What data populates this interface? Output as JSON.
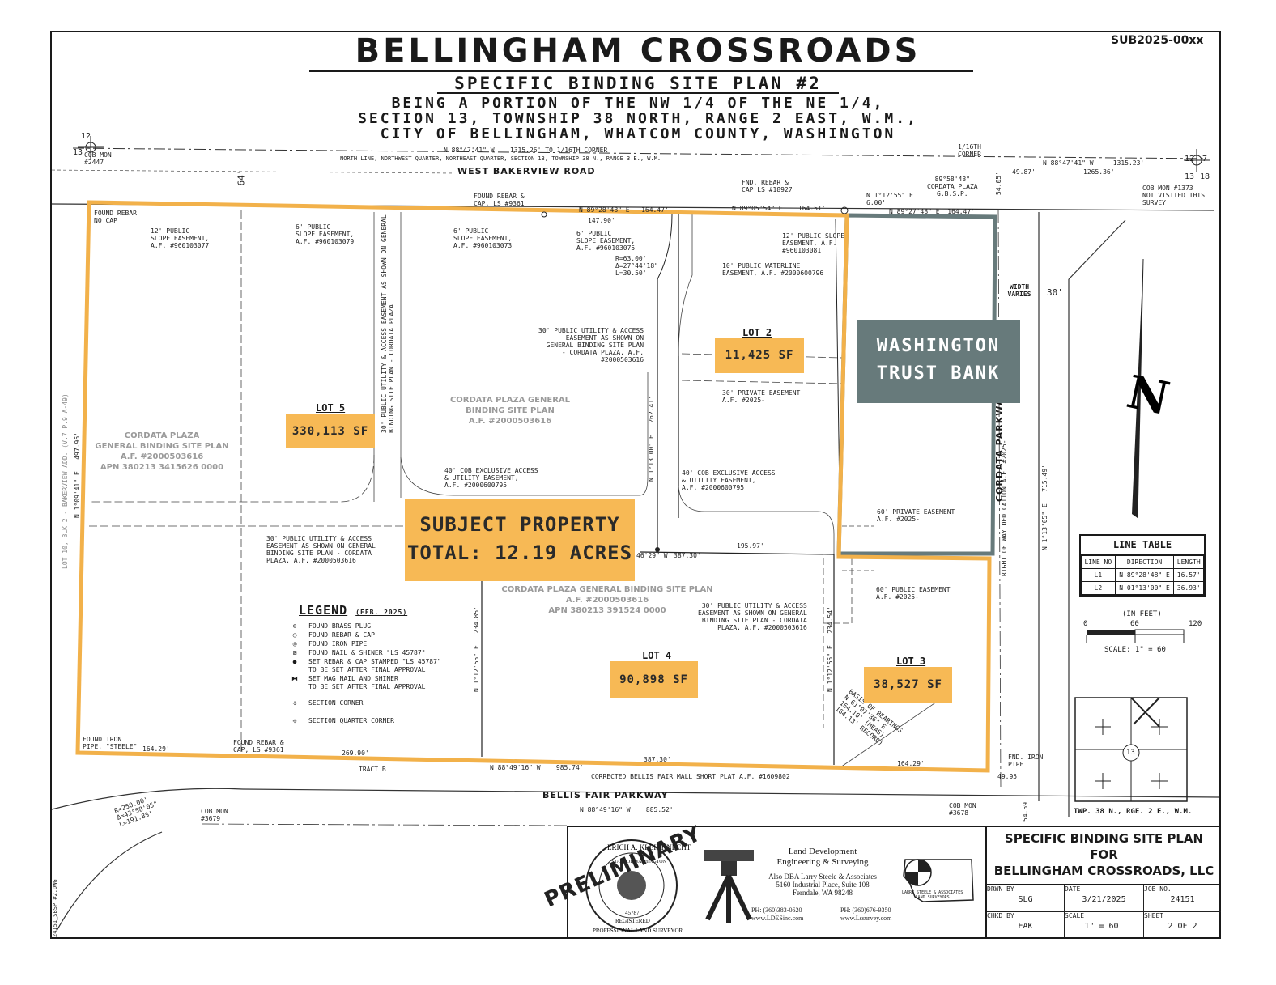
{
  "header": {
    "title": "BELLINGHAM CROSSROADS",
    "sheet_id": "SUB2025-00xx",
    "subtitle": "SPECIFIC BINDING SITE PLAN #2",
    "desc1": "BEING A PORTION OF THE NW 1/4 OF THE NE 1/4,",
    "desc2": "SECTION 13, TOWNSHIP 38 NORTH, RANGE 2 EAST, W.M.,",
    "desc3": "CITY OF BELLINGHAM, WHATCOM COUNTY, WASHINGTON"
  },
  "roads": {
    "north": "WEST BAKERVIEW ROAD",
    "south": "BELLIS FAIR PARKWAY",
    "east": "CORDATA PARKWAY",
    "tract": "TRACT B",
    "short_plat": "CORRECTED BELLIS FAIR MALL SHORT PLAT A.F. #1609802",
    "row": "RIGHT OF WAY DEDICATION A.F. #2025-",
    "width": "WIDTH VARIES",
    "dim30": "30'",
    "dim64": "64'"
  },
  "lots": {
    "lot2": {
      "label": "LOT 2",
      "area": "11,425 SF"
    },
    "lot3": {
      "label": "LOT 3",
      "area": "38,527 SF"
    },
    "lot4": {
      "label": "LOT 4",
      "area": "90,898 SF"
    },
    "lot5": {
      "label": "LOT 5",
      "area": "330,113 SF"
    }
  },
  "subject": {
    "line1": "SUBJECT PROPERTY",
    "line2": "TOTAL: 12.19 ACRES"
  },
  "bank": {
    "line1": "WASHINGTON",
    "line2": "TRUST BANK"
  },
  "annotations": {
    "cob_2447": "COB MON\n#2447",
    "north_line": "N 88°47'41\" W    1315.26' TO 1/16TH CORNER",
    "north_line_desc": "NORTH LINE, NORTHWEST QUARTER, NORTHEAST QUARTER, SECTION 13, TOWNSHIP 38 N., RANGE 3 E., W.M.",
    "found_rebar_nocap": "FOUND REBAR\nNO CAP",
    "found_rebar_9361": "FOUND REBAR &\nCAP, LS #9361",
    "fnd_rebar_18927": "FND. REBAR &\nCAP LS #18927",
    "bearing_a": "N 89°05'54\" E    164.51'",
    "bearing_b": "N 1°12'55\" E\n6.00'",
    "bearing_c": "N 89°27'48\" E  164.47'",
    "bearing_d": "N 89°28'48\" E   164.47'",
    "dim_147": "147.90'",
    "corner_1_16": "1/16TH\nCORNER",
    "gbsp": "89°58'48\"\nCORDATA PLAZA\nG.B.S.P.",
    "dim_54": "54.05'",
    "dim_49_87": "49.87'",
    "ne_bearing": "N 88°47'41\" W     1315.23'",
    "dim_1265": "1265.36'",
    "cob_1373": "COB MON #1373\nNOT VISITED THIS\nSURVEY",
    "slope1": "12' PUBLIC\nSLOPE EASEMENT,\nA.F. #960103077",
    "slope2": "6' PUBLIC\nSLOPE EASEMENT,\nA.F. #960103079",
    "slope3": "6' PUBLIC\nSLOPE EASEMENT,\nA.F. #960103073",
    "slope4": "6' PUBLIC\nSLOPE EASEMENT,\nA.F. #960103075",
    "slope5": "12' PUBLIC SLOPE\nEASEMENT, A.F.\n#960103081",
    "waterline": "10' PUBLIC WATERLINE\nEASEMENT, A.F. #2000600796",
    "curve": "R=63.00'\nΔ=27°44'18\"\nL=30.50'",
    "util30a": "30' PUBLIC UTILITY & ACCESS\nEASEMENT AS SHOWN ON\nGENERAL BINDING SITE PLAN\n- CORDATA PLAZA, A.F.\n#2000503616",
    "util30b": "30' PUBLIC UTILITY & ACCESS\nEASEMENT AS SHOWN ON GENERAL\nBINDING SITE PLAN - CORDATA\nPLAZA, A.F. #2000503616",
    "util30c": "30' PUBLIC UTILITY & ACCESS\nEASEMENT AS SHOWN ON GENERAL\nBINDING SITE PLAN - CORDATA\nPLAZA, A.F. #2000503616",
    "util30d": "30' PUBLIC UTILITY & ACCESS EASEMENT AS SHOWN ON GENERAL\nBINDING SITE PLAN - CORDATA PLAZA",
    "cob40a": "40' COB EXCLUSIVE ACCESS\n& UTILITY EASEMENT,\nA.F. #2000600795",
    "cob40b": "40' COB EXCLUSIVE ACCESS\n& UTILITY EASEMENT,\nA.F. #2000600795",
    "priv30": "30' PRIVATE EASEMENT\nA.F. #2025-",
    "priv60": "60' PRIVATE EASEMENT\nA.F. #2025-",
    "pub60": "60' PUBLIC EASEMENT\nA.F. #2025-",
    "gbsp_west": "CORDATA PLAZA\nGENERAL BINDING SITE PLAN\nA.F. #2000503616\nAPN 380213 3415626 0000",
    "gbsp_mid": "CORDATA PLAZA GENERAL\nBINDING SITE PLAN\nA.F. #2000503616",
    "gbsp_south": "CORDATA PLAZA GENERAL BINDING SITE PLAN\nA.F. #2000503616\nAPN 380213 391524 0000",
    "lot10": "LOT 10, BLK 2 - BAKERVIEW ADD. (V.7 P.9 A-49)",
    "west_bearing": "N 1°09'41\" E   497.96'",
    "found_iron_pipe": "FOUND IRON\nPIPE, \"STEELE\"",
    "dim_164_29a": "164.29'",
    "found_rebar_9361b": "FOUND REBAR &\nCAP, LS #9361",
    "dim_269": "269.90'",
    "dim_387a": "387.30'",
    "dim_387b": "387.30'",
    "mid_bearing": "46'29\" W",
    "dim_195": "195.97'",
    "s_bearing": "N 88°49'16\" W    985.74'",
    "basis": "BASIS OF BEARINGS\nN 61°07'36\" E\n164.10' (MEAS)\n164.13' RECORD)",
    "dim_164_29b": "164.29'",
    "dim_234a": "N 1°12'55\" E   234.85'",
    "dim_234b": "N 1°12'55\" E   234.54'",
    "dim_262": "N 1°13'00\" E   262.41'",
    "fnd_iron_pipe": "FND. IRON\nPIPE",
    "dim_49_95": "49.95'",
    "dim_54_59": "54.59'",
    "cob_3678": "COB MON\n#3678",
    "cob_3679": "COB MON\n#3679",
    "south_bearing": "N 88°49'16\" W    885.52'",
    "curve_sw": "R=250.00'\nΔ=43°58'05\"\nL=191.85'",
    "east_bearing": "N 1°13'05\" E   715.49'",
    "dwg": "24151_SBSP #2.DWG"
  },
  "legend": {
    "title": "LEGEND",
    "date": "(FEB. 2025)",
    "items": [
      {
        "sym": "⊕",
        "text": "FOUND BRASS PLUG"
      },
      {
        "sym": "○",
        "text": "FOUND REBAR & CAP"
      },
      {
        "sym": "◎",
        "text": "FOUND IRON PIPE"
      },
      {
        "sym": "⊠",
        "text": "FOUND NAIL & SHINER \"LS 45787\""
      },
      {
        "sym": "●",
        "text": "SET REBAR & CAP STAMPED \"LS 45787\"\nTO BE SET AFTER FINAL APPROVAL"
      },
      {
        "sym": "⧓",
        "text": "SET MAG NAIL AND SHINER\nTO BE SET AFTER FINAL APPROVAL"
      },
      {
        "sym": "✣",
        "text": "SECTION CORNER"
      },
      {
        "sym": "✢",
        "text": "SECTION QUARTER CORNER"
      }
    ]
  },
  "line_table": {
    "title": "LINE TABLE",
    "headers": [
      "LINE NO",
      "DIRECTION",
      "LENGTH"
    ],
    "rows": [
      [
        "L1",
        "N 89°28'48\" E",
        "16.57'"
      ],
      [
        "L2",
        "N 01°13'00\" E",
        "36.93'"
      ]
    ]
  },
  "scale_bar": {
    "units": "(IN FEET)",
    "t0": "0",
    "t1": "60",
    "t2": "120",
    "text": "SCALE: 1\" = 60'"
  },
  "vicinity": {
    "section": "13",
    "caption": "TWP. 38 N., RGE. 2 E., W.M."
  },
  "section_marks": {
    "nw_a": "12",
    "nw_b": "13",
    "ne_a": "12",
    "ne_b": "7",
    "ne_c": "13",
    "ne_d": "18"
  },
  "title_block": {
    "project1": "SPECIFIC BINDING SITE PLAN",
    "project2": "FOR",
    "project3": "BELLINGHAM CROSSROADS, LLC",
    "drwn_by_label": "DRWN BY",
    "drwn_by": "SLG",
    "date_label": "DATE",
    "date": "3/21/2025",
    "job_label": "JOB NO.",
    "job": "24151",
    "chkd_label": "CHKD BY",
    "chkd": "EAK",
    "scale_label": "SCALE",
    "scale": "1\" = 60'",
    "sheet_label": "SHEET",
    "sheet": "2",
    "sheet_of": "OF",
    "sheet_total": "2",
    "company1": "Land Development",
    "company2": "Engineering & Surveying",
    "company3": "Also DBA Larry Steele & Associates",
    "company4": "5160 Industrial Place, Suite 108",
    "company5": "Ferndale, WA 98248",
    "phone1": "PH: (360)383-0620",
    "phone2": "PH: (360)676-9350",
    "web1": "www.LDESinc.com",
    "web2": "www.Lssurvey.com",
    "logo_text": "LARRY STEELE & ASSOCIATES\nLAND SURVEYORS",
    "seal_name": "ERICH A. KLEINKNECHT",
    "seal_state": "STATE OF WASHINGTON",
    "seal_number": "45787",
    "seal_reg": "REGISTERED",
    "seal_prof": "PROFESSIONAL LAND SURVEYOR",
    "prelim": "PRELIMINARY"
  },
  "colors": {
    "lot_fill": "#f7b955",
    "bank_fill": "#677a7b",
    "boundary": "#f2b14a"
  }
}
